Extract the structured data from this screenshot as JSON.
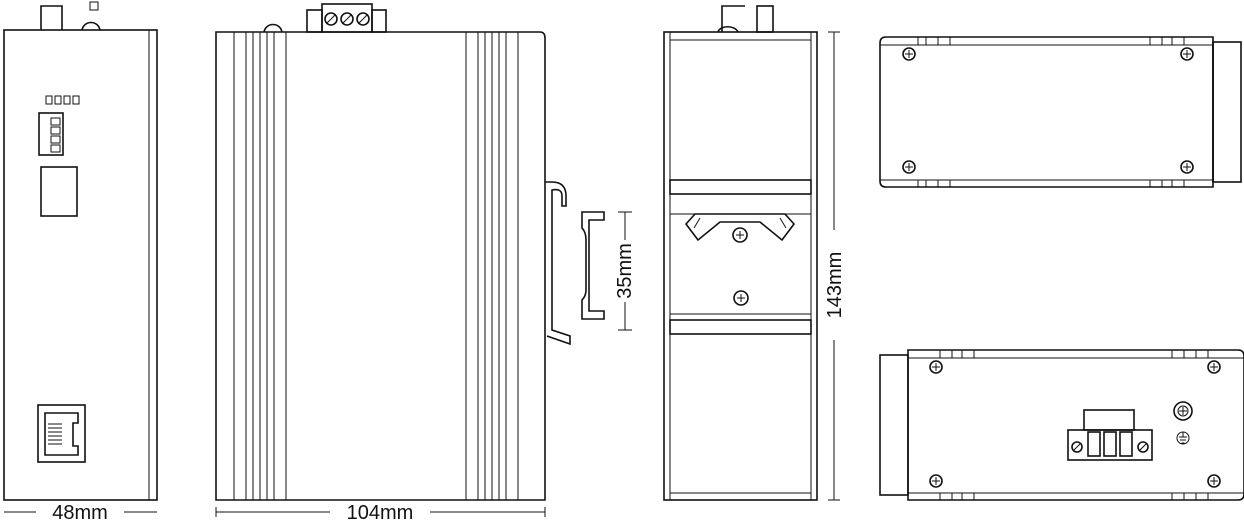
{
  "dimensions": {
    "width_front": "48mm",
    "depth_side": "104mm",
    "rail_height": "35mm",
    "height_back": "143mm"
  }
}
